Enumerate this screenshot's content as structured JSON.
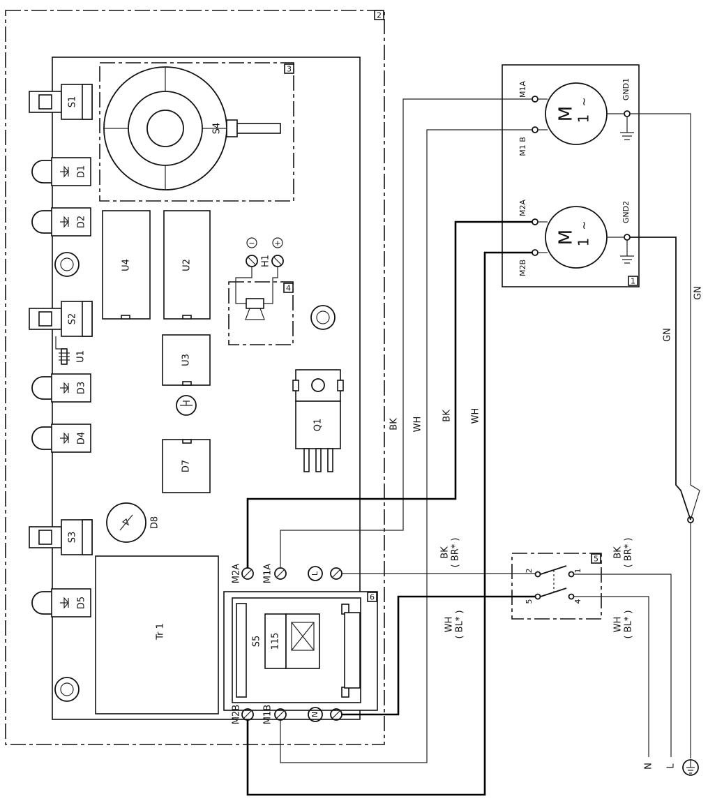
{
  "components": {
    "S1": "S1",
    "S2": "S2",
    "S3": "S3",
    "S4": "S4",
    "S5": "S5",
    "D1": "D1",
    "D2": "D2",
    "D3": "D3",
    "D4": "D4",
    "D5": "D5",
    "D7": "D7",
    "D8": "D8",
    "U1": "U1",
    "U2": "U2",
    "U3": "U3",
    "U4": "U4",
    "H1": "H1",
    "Q1": "Q1",
    "Tr1": "Tr 1",
    "S5_value": "115"
  },
  "terminals": {
    "M1A": "M1A",
    "M1B": "M1 B",
    "M2A": "M2A",
    "M2B": "M2B",
    "GND1": "GND1",
    "GND2": "GND2",
    "pcb_M2A": "M2A",
    "pcb_M1A": "M1A",
    "pcb_M2B": "M2B",
    "pcb_M1B": "M1B",
    "L": "L",
    "N": "N",
    "sw_1": "1",
    "sw_2": "2",
    "sw_4": "4",
    "sw_5": "5"
  },
  "motor": {
    "letter": "M",
    "phase": "1",
    "tilde": "~"
  },
  "h1_polarity": {
    "minus": "−",
    "plus": "+"
  },
  "wires": {
    "BK": "BK",
    "WH": "WH",
    "GN": "GN",
    "BK_BR": "BK",
    "BR": "( BR* )",
    "WH_BL": "WH",
    "BL": "( BL* )"
  },
  "mains": {
    "N": "N",
    "L": "L"
  },
  "groups": {
    "g1": "1",
    "g2": "2",
    "g3": "3",
    "g4": "4",
    "g5": "5",
    "g6": "6"
  }
}
